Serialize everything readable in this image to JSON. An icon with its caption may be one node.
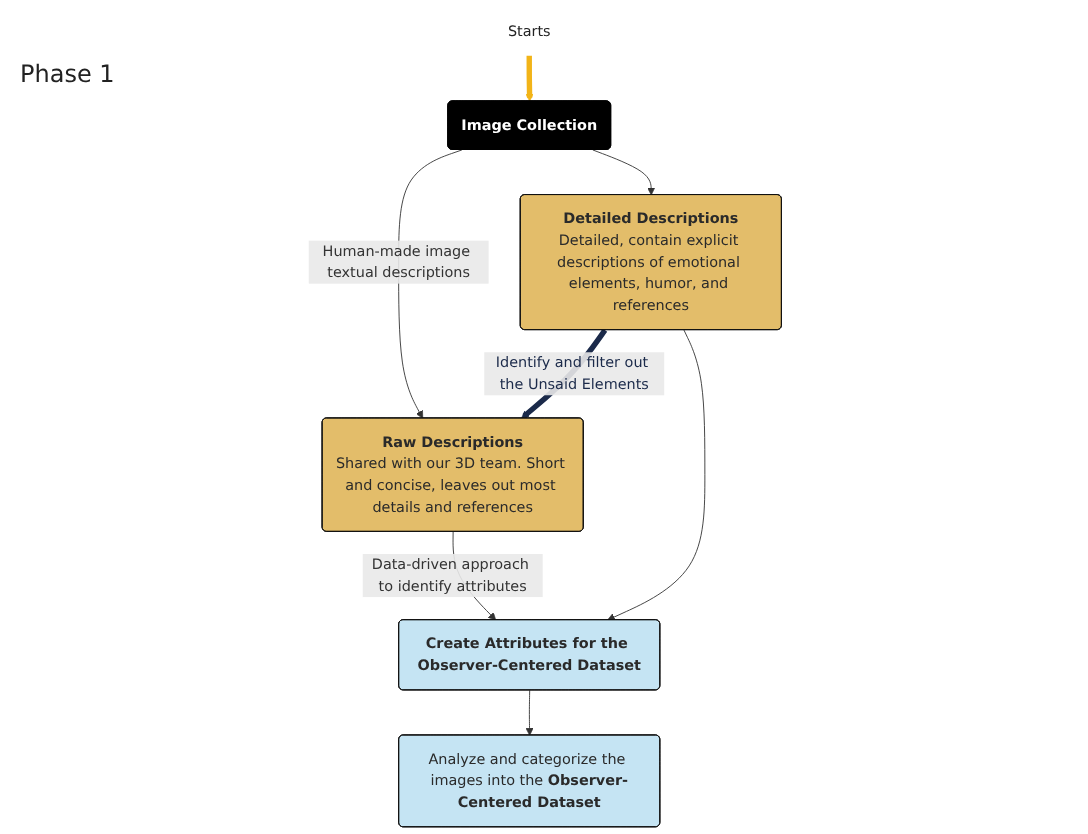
{
  "diagram": {
    "nodes": [
      {
        "text": [
          "Starts"
        ]
      },
      {
        "text": [
          "Image Collection"
        ]
      },
      {
        "text": [
          "Raw Descriptions",
          "Shared with our 3D team. Short and concise, leaves out most details and references"
        ]
      },
      {
        "text": [
          "Detailed Descriptions",
          "Detailed, contain explicit descriptions of emotional elements, humor, and references"
        ]
      },
      {
        "text": [
          "Create Attributes for the Observer-Centered Dataset"
        ]
      },
      {
        "text": [
          "Analyze and categorize the images into the **Observer-Centered Dataset**"
        ]
      }
    ],
    "edges": [
      {
        "from": 0,
        "to": 1,
        "arrow": "to",
        "style": "thick",
        "color": "#f2b418"
      },
      {
        "from": 1,
        "to": 2,
        "arrow": "to",
        "label": "Human-made image textual descriptions"
      },
      {
        "from": 1,
        "to": 3,
        "arrow": "to"
      },
      {
        "from": 3,
        "to": 2,
        "arrow": "to",
        "label": "Identify and filter out the Unsaid Elements",
        "style": "thick",
        "color": "#1b2a4a"
      },
      {
        "from": 2,
        "to": 4,
        "arrow": "to",
        "label": "Data-driven approach to identify attributes"
      },
      {
        "from": 3,
        "to": 4,
        "arrow": "to"
      },
      {
        "from": 4,
        "to": 5,
        "arrow": "to"
      }
    ],
    "labels": [
      "Phase 1"
    ]
  }
}
